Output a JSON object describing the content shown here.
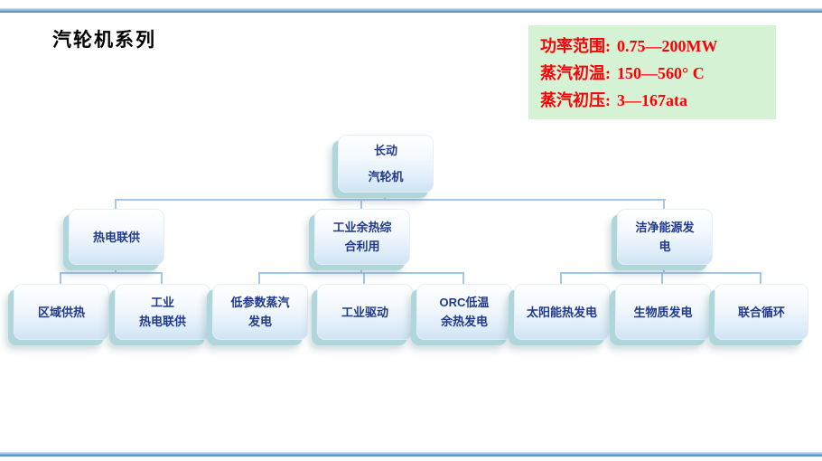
{
  "slide": {
    "title": "汽轮机系列"
  },
  "spec_box": {
    "lines": [
      {
        "label": "功率范围:",
        "value": "0.75—200MW"
      },
      {
        "label": "蒸汽初温:",
        "value": "150—560° C"
      },
      {
        "label": "蒸汽初压:",
        "value": "3—167ata"
      }
    ]
  },
  "tree": {
    "root": {
      "lines": [
        "长动",
        "汽轮机"
      ]
    },
    "level2": [
      {
        "lines": [
          "热电联供"
        ]
      },
      {
        "lines": [
          "工业余热综",
          "合利用"
        ]
      },
      {
        "lines": [
          "洁净能源发",
          "电"
        ]
      }
    ],
    "level3": [
      {
        "lines": [
          "区域供热"
        ]
      },
      {
        "lines": [
          "工业",
          "热电联供"
        ]
      },
      {
        "lines": [
          "低参数蒸汽",
          "发电"
        ]
      },
      {
        "lines": [
          "工业驱动"
        ]
      },
      {
        "lines": [
          "ORC低温",
          "余热发电"
        ]
      },
      {
        "lines": [
          "太阳能热发电"
        ]
      },
      {
        "lines": [
          "生物质发电"
        ]
      },
      {
        "lines": [
          "联合循环"
        ]
      }
    ]
  },
  "colors": {
    "title_text": "#000000",
    "node_text": "#21398b",
    "connector": "#a4c6e8",
    "node_shadow": "#afd7db",
    "spec_bg": "#d5f3d4",
    "spec_text": "#fb0006",
    "bar_light": "#d6e7f6",
    "bar_mid": "#7ab0e0",
    "bar_dark": "#3c7fc0"
  }
}
